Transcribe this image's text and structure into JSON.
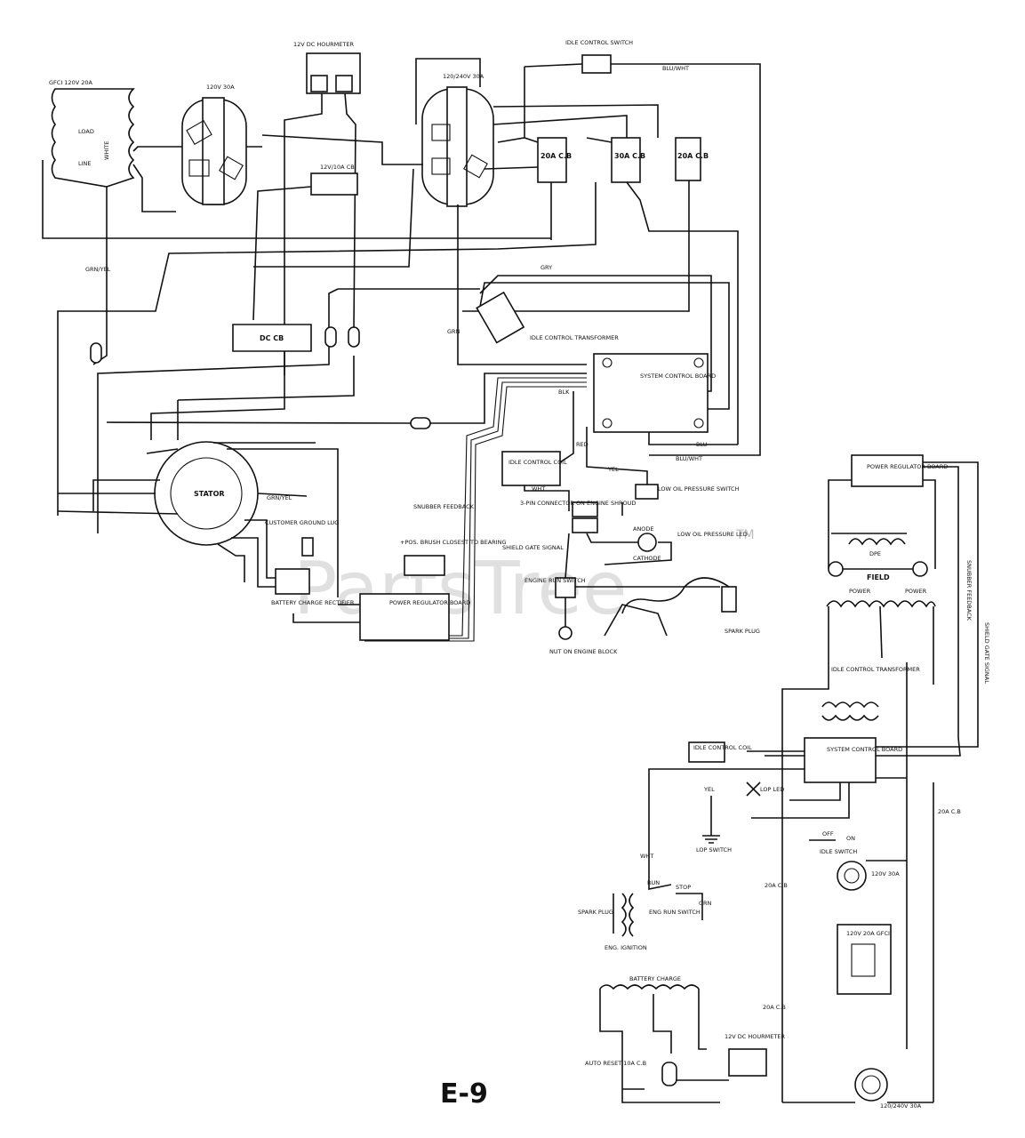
{
  "labels": {
    "gfci": "GFCI 120V 20A",
    "load": "LOAD",
    "line": "LINE",
    "white": "WHITE",
    "recept_120v_30a": "120V 30A",
    "hourmeter_top": "12V DC HOURMETER",
    "recept_240v_30a": "120/240V 30A",
    "idle_control_switch": "IDLE CONTROL SWITCH",
    "blu_wht": "BLU/WHT",
    "cb_20a": "20A C.B",
    "cb_30a": "30A C.B",
    "cb_20a_b": "20A C.B",
    "cb_12v": "12V/10A CB",
    "dc_cb": "DC CB",
    "grn_yel": "GRN/YEL",
    "blu": "BLU",
    "grn": "GRN",
    "gry": "GRY",
    "idle_ctrl_transformer": "IDLE CONTROL TRANSFORMER",
    "system_control_board": "SYSTEM CONTROL BOARD",
    "blk": "BLK",
    "red": "RED",
    "wht": "WHT",
    "yel": "YEL",
    "idle_control_coil": "IDLE CONTROL COIL",
    "low_oil_pressure_switch": "LOW OIL PRESSURE SWITCH",
    "pin_connector": "3-PIN CONNECTOR ON ENGINE SHROUD",
    "low_oil_led": "LOW OIL PRESSURE LED",
    "anode": "ANODE",
    "cathode": "CATHODE",
    "snubber_feedback": "SNUBBER FEEDBACK",
    "shield_gate_signal": "SHIELD GATE SIGNAL",
    "pos_brush": "+POS. BRUSH CLOSEST TO BEARING",
    "stator": "STATOR",
    "customer_ground_lug": "CUSTOMER GROUND LUG",
    "battery_charge_rectifier": "BATTERY CHARGE RECTIFIER",
    "power_regulator_board": "POWER REGULATOR BOARD",
    "engine_run_switch": "ENGINE RUN SWITCH",
    "nut_on_engine_block": "NUT ON ENGINE BLOCK",
    "spark_plug": "SPARK PLUG",
    "power_regulator_board_r": "POWER REGULATOR BOARD",
    "dpe": "DPE",
    "field": "FIELD",
    "power_1": "POWER",
    "power_2": "POWER",
    "idle_ctrl_transformer_r": "IDLE CONTROL TRANSFORMER",
    "snubber_feedback_r": "SNUBBER FEEDBACK",
    "shield_gate_signal_r": "SHIELD GATE SIGNAL",
    "idle_control_coil_r": "IDLE CONTROL COIL",
    "system_control_board_r": "SYSTEM CONTROL BOARD",
    "lop_led": "LOP LED",
    "lop_switch": "LOP SWITCH",
    "idle_switch": "IDLE SWITCH",
    "off": "OFF",
    "on": "ON",
    "run": "RUN",
    "stop": "STOP",
    "eng_run_switch": "ENG RUN SWITCH",
    "spark_plug_r": "SPARK PLUG",
    "eng_ignition": "ENG. IGNITION",
    "battery_charge": "BATTERY CHARGE",
    "auto_reset": "AUTO RESET 10A C.B",
    "hourmeter_bottom": "12V DC HOURMETER",
    "gfci_r": "120V 20A GFCI",
    "recept_120v_30a_r": "120V 30A",
    "recept_240v_r": "120/240V 30A",
    "cb_20a_r1": "20A C.B",
    "cb_20a_r2": "20A C.B",
    "cb_20a_r3": "20A C.B",
    "watermark": "PartsTree",
    "trademark": "TM",
    "figure_id": "E-9"
  }
}
